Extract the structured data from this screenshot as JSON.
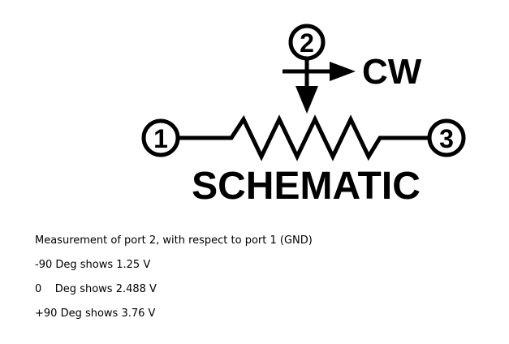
{
  "diagram": {
    "title": "SCHEMATIC",
    "direction_label": "CW",
    "ports": [
      {
        "id": "port-1",
        "label": "1"
      },
      {
        "id": "port-2",
        "label": "2"
      },
      {
        "id": "port-3",
        "label": "3"
      }
    ]
  },
  "notes": [
    "Measurement of port 2, with respect to port 1 (GND)",
    "-90 Deg shows 1.25 V",
    "0    Deg shows 2.488 V",
    "+90 Deg shows 3.76 V"
  ]
}
